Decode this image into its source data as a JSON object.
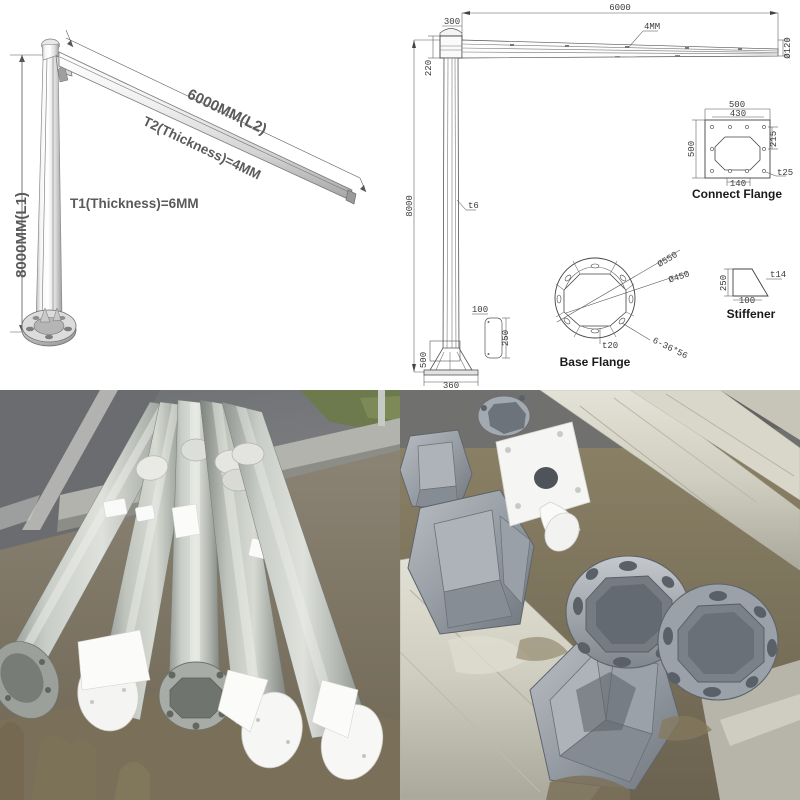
{
  "document": {
    "type": "product-specification-sheet",
    "subject": "Octagonal galvanized steel street light pole with 6m bracket arm"
  },
  "iso_drawing": {
    "name": "isometric-pole-view",
    "labels": {
      "height": "8000MM(L1)",
      "arm_length": "6000MM(L2)",
      "arm_thickness": "T2(Thickness)=4MM",
      "pole_thickness": "T1(Thickness)=6MM"
    }
  },
  "elevation_drawing": {
    "name": "engineering-elevation-view",
    "main": {
      "arm_length": "6000",
      "arm_tip_diameter": "Ø120",
      "arm_plate_thickness": "4MM",
      "pole_top_width": "300",
      "joint_height": "220",
      "pole_height": "8000",
      "pole_wall_thickness": "t6",
      "base_height": "500",
      "base_width": "360",
      "door_width": "100",
      "door_height": "250"
    },
    "connect_flange": {
      "caption": "Connect Flange",
      "outer_width": "500",
      "bolt_span": "430",
      "outer_height": "500",
      "bolt_pitch": "215",
      "plate_thickness": "t25",
      "inner_width": "140"
    },
    "base_flange": {
      "caption": "Base Flange",
      "outer_diameter": "Ø550",
      "bolt_circle_diameter": "Ø450",
      "bolt_spec": "6-36*56",
      "plate_thickness": "t20"
    },
    "stiffener": {
      "caption": "Stiffener",
      "height": "250",
      "base_length": "100",
      "thickness": "t14"
    }
  },
  "photos": [
    {
      "name": "photo-poles-roadside",
      "description": "Row of galvanized octagonal steel poles with white base flange covers laid along a roadside"
    },
    {
      "name": "photo-base-flange-closeup",
      "description": "Close-up of welded base flanges with triangular stiffener gussets on wrapped poles"
    }
  ],
  "colors": {
    "line": "#555555",
    "text": "#4a4a4a",
    "caption": "#1a1a1a",
    "pole_light": "#f2f2f2",
    "pole_mid": "#cfcfcf",
    "pole_dark": "#a8a8a8",
    "background": "#ffffff"
  }
}
